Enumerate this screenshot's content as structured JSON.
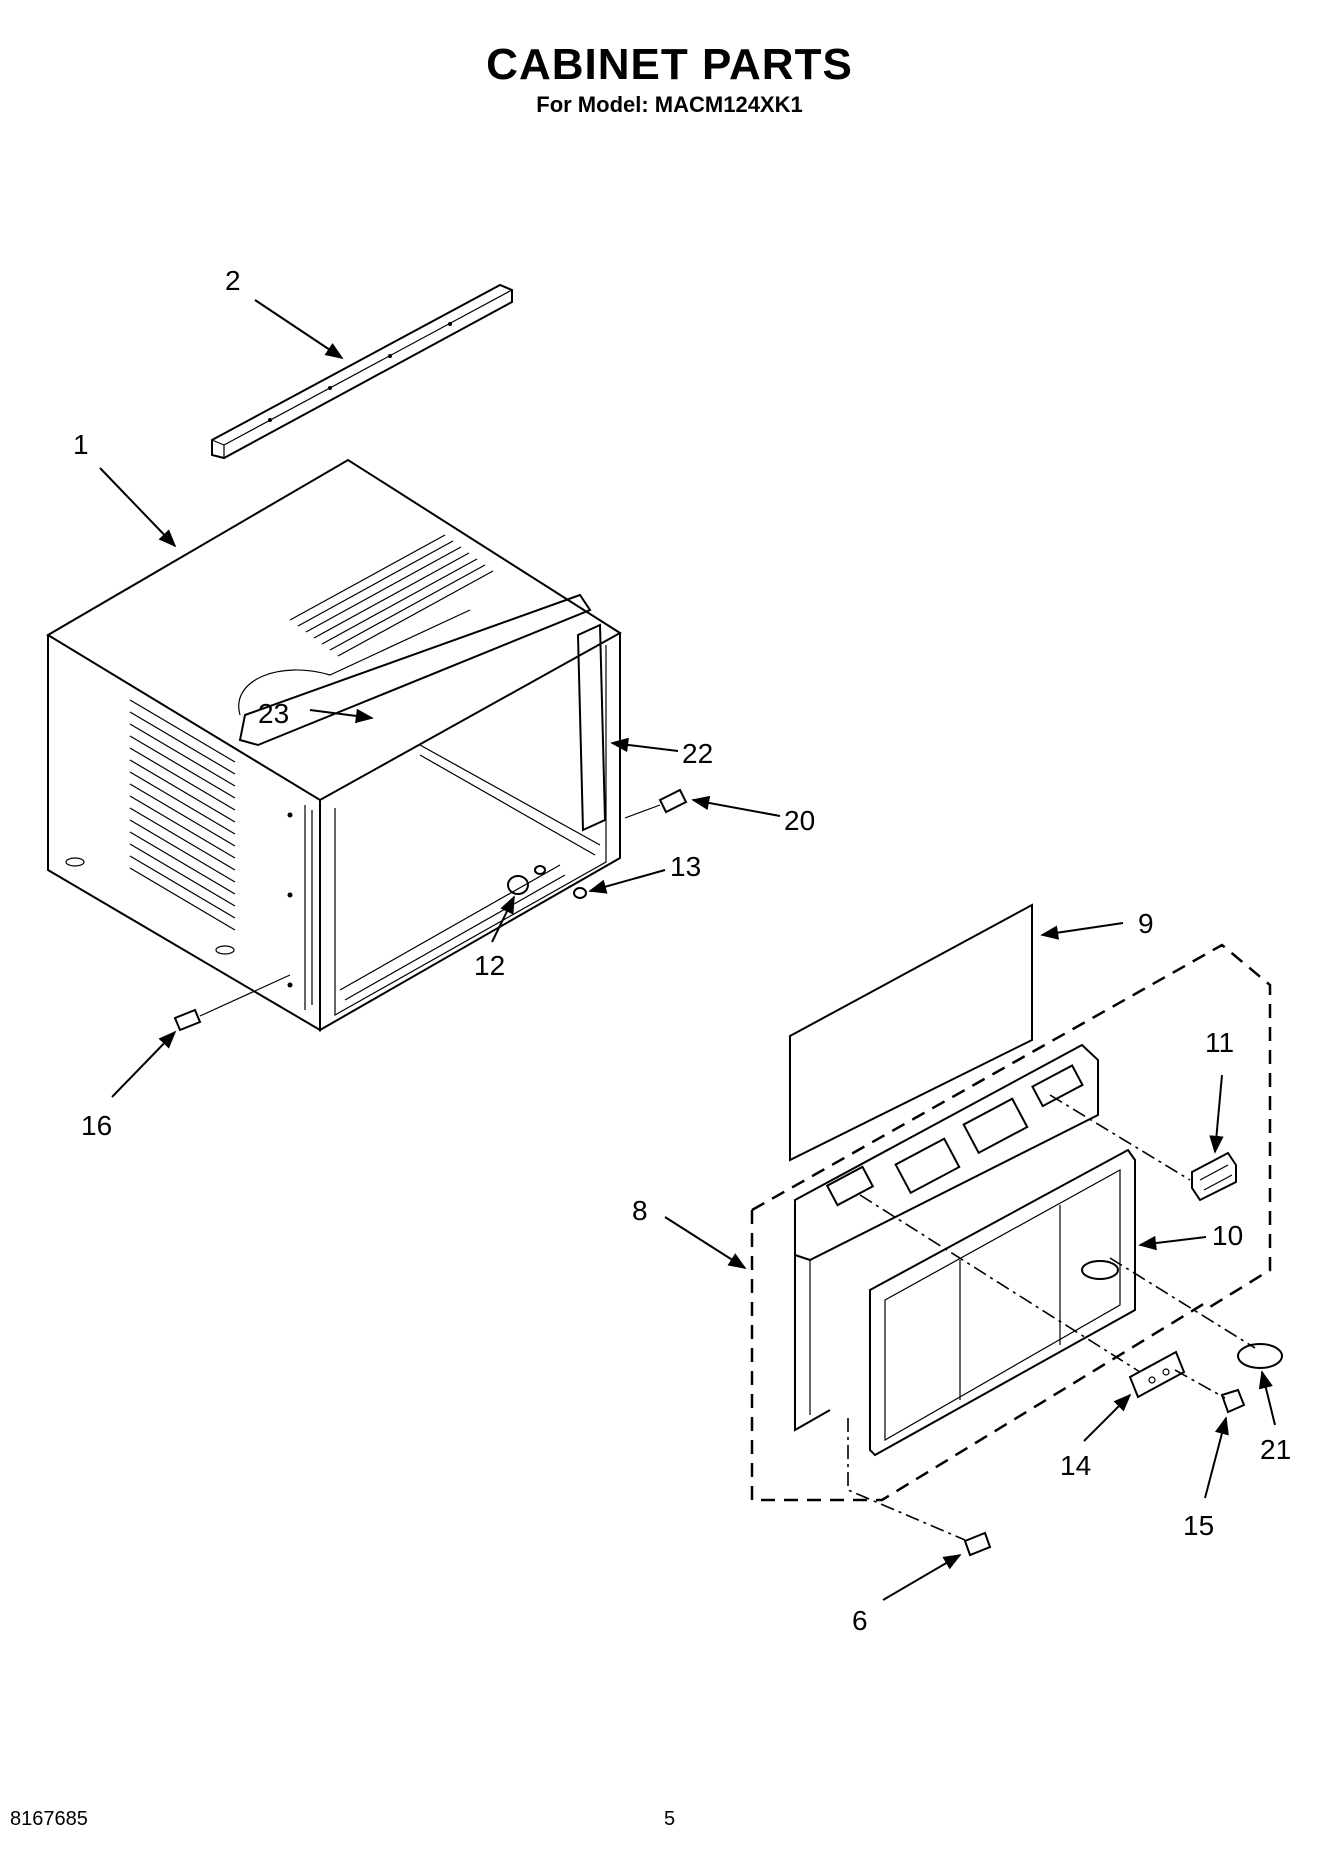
{
  "header": {
    "title": "CABINET PARTS",
    "subtitle": "For Model: MACM124XK1"
  },
  "callouts": {
    "c1": "1",
    "c2": "2",
    "c6": "6",
    "c8": "8",
    "c9": "9",
    "c10": "10",
    "c11": "11",
    "c12": "12",
    "c13": "13",
    "c14": "14",
    "c15": "15",
    "c16": "16",
    "c20": "20",
    "c21": "21",
    "c22": "22",
    "c23": "23"
  },
  "footer": {
    "doc_number": "8167685",
    "page_number": "5"
  }
}
